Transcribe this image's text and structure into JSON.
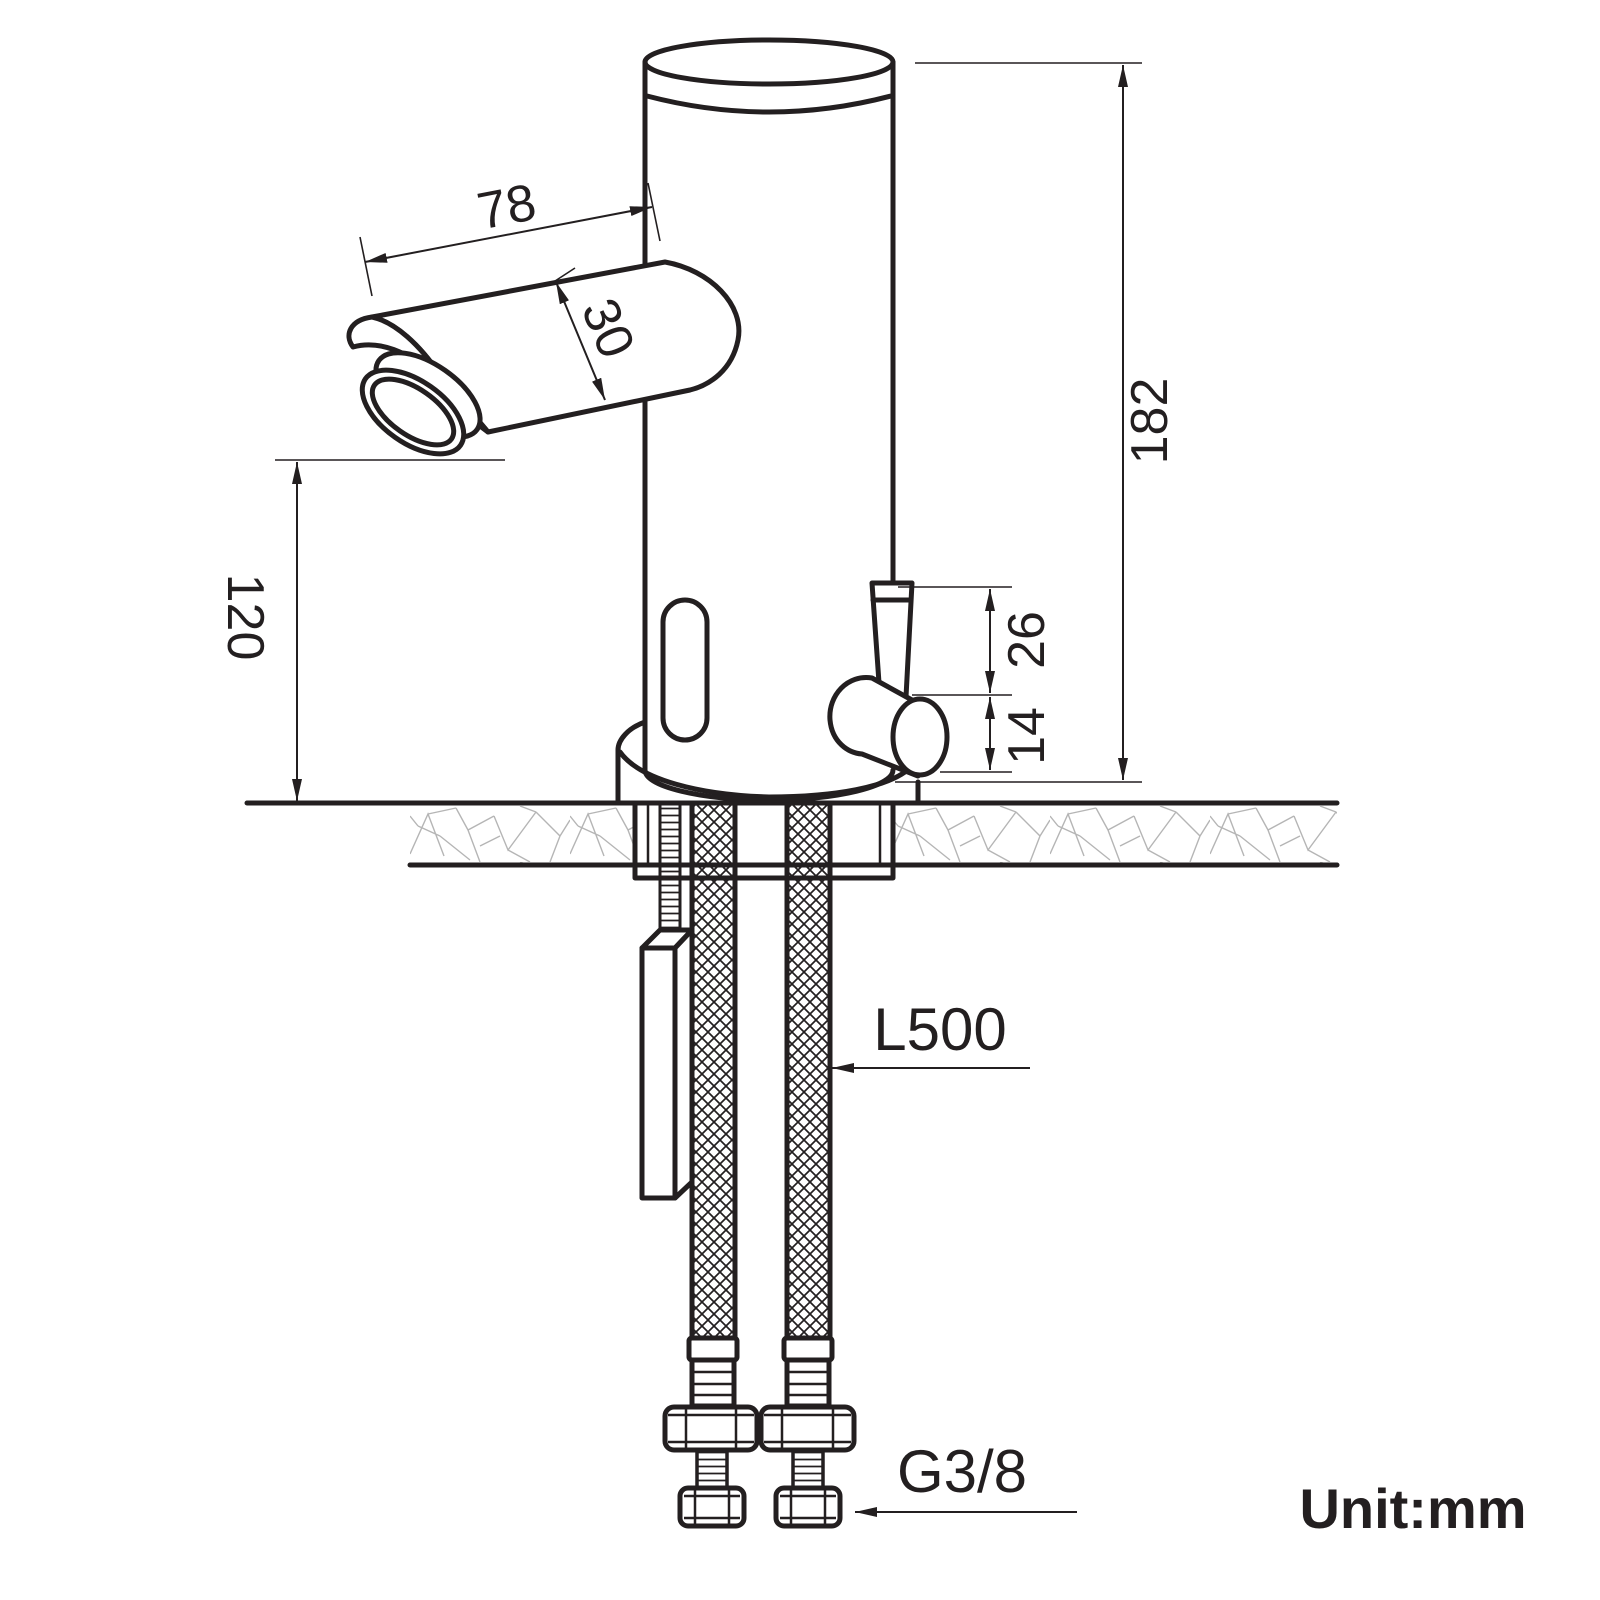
{
  "drawing": {
    "dimensions": {
      "spout_reach": "78",
      "spout_diameter": "30",
      "overall_height": "182",
      "spout_clearance": "120",
      "handle_lever": "26",
      "handle_hub": "14"
    },
    "hose_length": "L500",
    "connection_thread": "G3/8",
    "unit": "Unit:mm"
  },
  "colors": {
    "line": "#231f20",
    "texture": "#b5b5b5",
    "background": "#ffffff"
  }
}
